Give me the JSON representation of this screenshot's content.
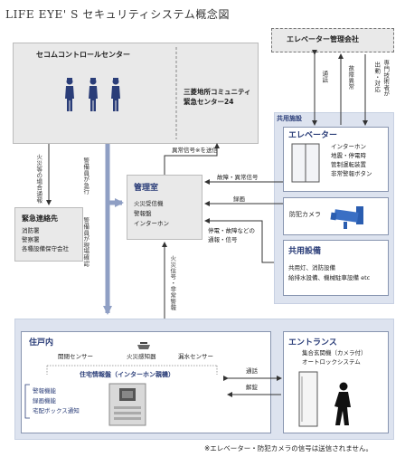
{
  "title": "LIFE EYE' S セキュリティシステム概念図",
  "secom": {
    "label": "セコムコントロールセンター"
  },
  "mitsubishi": {
    "label_1": "三菱地所コミュニティ",
    "label_2": "緊急センター24"
  },
  "elevator_company": {
    "label": "エレベーター管理会社"
  },
  "emergency": {
    "title": "緊急連絡先",
    "items": [
      "消防署",
      "警察署",
      "各種設備保守会社"
    ]
  },
  "kanri": {
    "title": "管理室",
    "items": [
      "火災受信機",
      "警報盤",
      "インターホン"
    ]
  },
  "kyoyo_shisetsu": {
    "label": "共用施設"
  },
  "elevator": {
    "title": "エレベーター",
    "items": [
      "インターホン",
      "地震・停電時",
      "管制運転装置",
      "非常警報ボタン"
    ]
  },
  "camera": {
    "label": "防犯カメラ"
  },
  "kyoyo_setsubi": {
    "title": "共用設備",
    "items": [
      "共用灯、消防設備",
      "給排水設備、機械駐車設備 etc"
    ]
  },
  "jyuko": {
    "title": "住戸内",
    "sensors": [
      "開閉センサー",
      "火災感知器",
      "漏水センサー"
    ],
    "panel_title": "住宅情報盤（インターホン親機）",
    "features": [
      "警報機能",
      "録画機能",
      "宅配ボックス通知"
    ]
  },
  "entrance": {
    "title": "エントランス",
    "items": [
      "集合玄関機（カメラ付）",
      "オートロックシステム"
    ]
  },
  "arrows": {
    "fire_contact": "火災等の場合通報",
    "guard_dispatch": "警備員が急行",
    "guard_check": "警備員が現場確認",
    "abnormal_signal": "異常信号※を送信",
    "fire_emergency": "火災信号・非常警報",
    "fault_emergency": "故障・異常信号",
    "recording": "録画",
    "outage": "停電・故障などの",
    "outage_2": "通報・信号",
    "call": "通話",
    "fault_abnormal": "故障異常",
    "dispatch_1": "専門技術者が",
    "dispatch_2": "出動・対応",
    "call2": "通話",
    "unlock": "解錠"
  },
  "footnote": "※エレベーター・防犯カメラの信号は送信されません。",
  "colors": {
    "accent": "#2a3d78",
    "light_blue": "#dde3ef",
    "arrow_blue": "#8f9fc4",
    "gray_box": "#e9e9e9"
  }
}
